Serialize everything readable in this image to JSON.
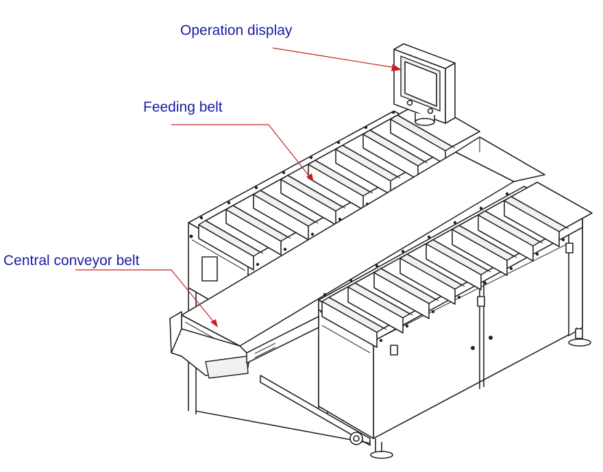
{
  "labels": {
    "operation_display": "Operation display",
    "feeding_belt": "Feeding belt",
    "central_conveyor_belt": "Central conveyor belt"
  },
  "colors": {
    "label_text": "#1a1aa6",
    "leader_line": "#c42020",
    "line_art": "#222222"
  }
}
